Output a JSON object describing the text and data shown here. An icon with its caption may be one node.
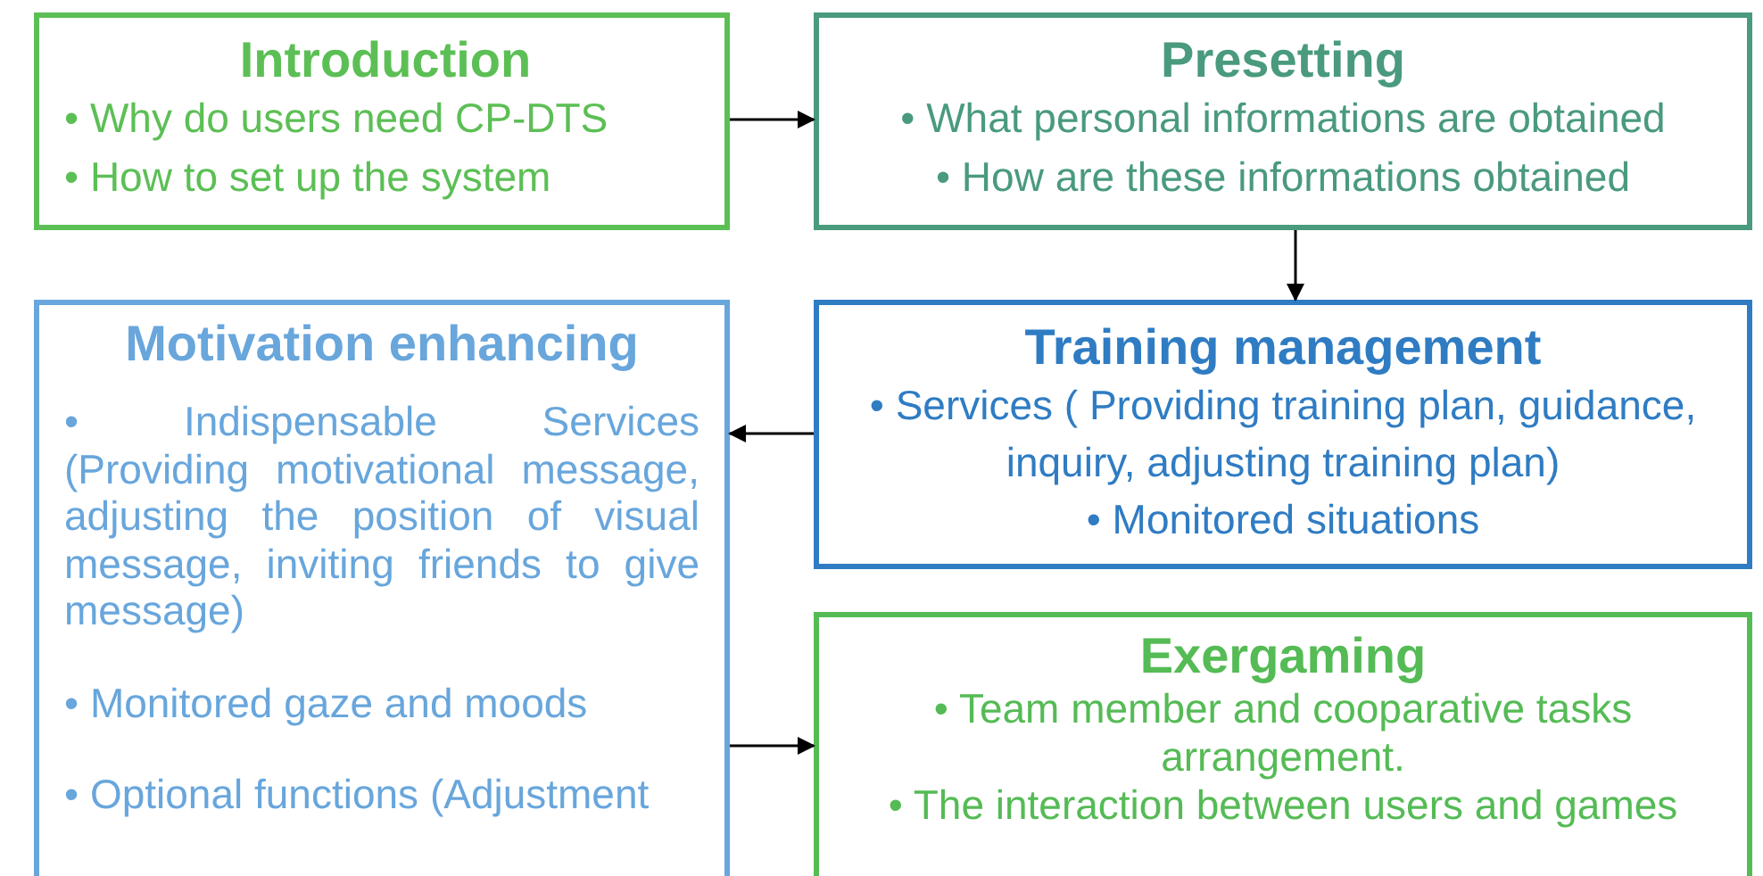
{
  "diagram": {
    "nodes": [
      {
        "text": [
          "Introduction",
          "• Why do users need CP-DTS",
          "• How to set up the system"
        ]
      },
      {
        "text": [
          "Presetting",
          "• What personal informations are obtained",
          "• How are these informations obtained"
        ]
      },
      {
        "text": [
          "Training management",
          "• Services ( Providing training plan, guidance, inquiry, adjusting training plan)",
          "• Monitored situations"
        ]
      },
      {
        "text": [
          "Motivation enhancing",
          "• Indispensable Services (Providing motivational message, adjusting the position of visual message, inviting friends to give message)",
          "• Monitored gaze and moods",
          "• Optional functions (Adjustment"
        ]
      },
      {
        "text": [
          "Exergaming",
          "• Team member and cooparative tasks arrangement.",
          "• The interaction between users and games"
        ]
      }
    ],
    "edges": [
      {
        "from": 0,
        "to": 1,
        "arrow": "to"
      },
      {
        "from": 1,
        "to": 2,
        "arrow": "to"
      },
      {
        "from": 2,
        "to": 3,
        "arrow": "to"
      },
      {
        "from": 3,
        "to": 4,
        "arrow": "to"
      }
    ]
  }
}
